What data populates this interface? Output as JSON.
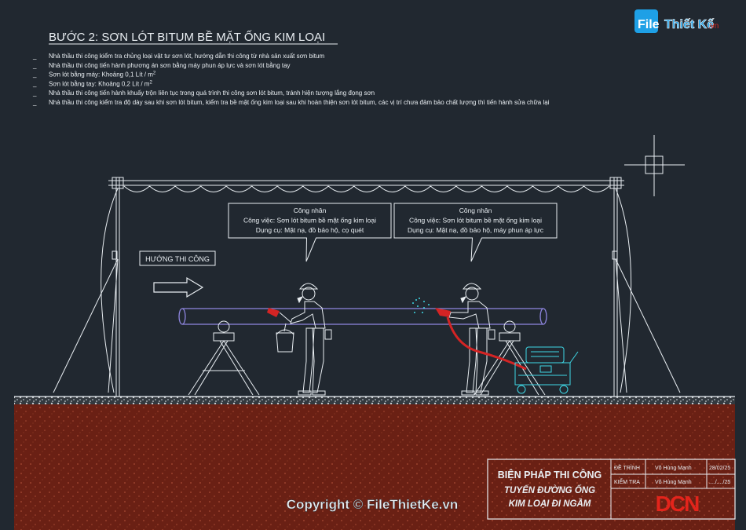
{
  "title": "BƯỚC 2: SƠN LÓT BITUM BỀ MẶT ỐNG KIM LOẠI",
  "notes": [
    {
      "bullet": "_",
      "text": "Nhà thầu thi công kiểm tra chủng loại vật tư sơn lót, hướng dẫn thi công từ nhà sản xuất sơn bitum"
    },
    {
      "bullet": "_",
      "text": "Nhà thầu thi công tiến hành phương án sơn bằng máy phun áp lực và sơn lót bằng tay"
    },
    {
      "bullet": "_",
      "text": "Sơn lót bằng máy: Khoảng 0,1 Lít / m",
      "sup": "2"
    },
    {
      "bullet": "_",
      "text": "Sơn lót bằng tay: Khoảng 0,2 Lít / m",
      "sup": "2"
    },
    {
      "bullet": "_",
      "text": "Nhà thầu thi công tiến hành khuấy trộn liên tục trong quá trình thi công sơn lót bitum, tránh hiện tượng lắng đọng sơn"
    },
    {
      "bullet": "_",
      "text": "Nhà thầu thi công kiểm tra độ dày sau khi sơn lót bitum, kiểm tra bề mặt ống kim loại sau khi hoàn thiện sơn lót bitum, các vị trí chưa đảm bảo chất lượng thì tiến hành sửa chữa lại"
    }
  ],
  "direction_label": "HƯỚNG THI CÔNG",
  "callouts": [
    {
      "heading": "Công nhân",
      "line1": "Công việc: Sơn lót bitum bề mặt ống kim loại",
      "line2": "Dụng cụ: Mặt nạ, đồ bảo hộ, cọ quét"
    },
    {
      "heading": "Công nhân",
      "line1": "Công việc: Sơn lót bitum bề mặt ống kim loại",
      "line2": "Dụng cụ: Mặt nạ, đồ bảo hộ, máy phun áp lực"
    }
  ],
  "title_block": {
    "title": "BIỆN PHÁP THI CÔNG",
    "subtitle1": "TUYẾN ĐƯỜNG ỐNG",
    "subtitle2": "KIM LOẠI ĐI NGẦM",
    "row1": {
      "role": "ĐỀ TRÌNH",
      "name": "Võ Hùng Mạnh",
      "date": "28/02/25"
    },
    "row2": {
      "role": "KIỂM TRA",
      "name": "Võ Hùng Mạnh",
      "date": "..../..../25"
    },
    "logo_text": "DCN"
  },
  "watermark": {
    "brand_file": "File",
    "brand_rest": "Thiết Kế",
    "brand_tld": ".vn",
    "copyright": "Copyright © FileThietKe.vn"
  },
  "colors": {
    "background": "#212830",
    "line": "#e9eef2",
    "pipe": "#8f86e0",
    "soil": "#6e2216",
    "equipment": "#3fd8e6",
    "hose": "#d42424",
    "logo": "#e3241b"
  }
}
